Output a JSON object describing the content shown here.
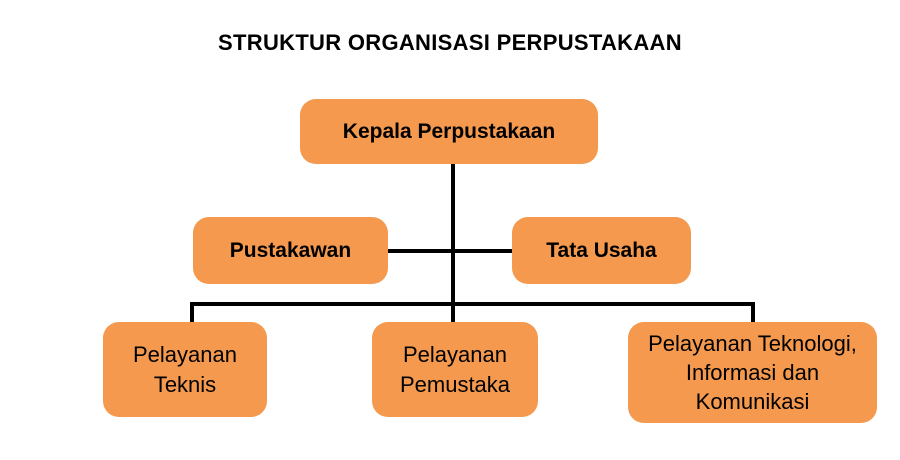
{
  "title": "STRUKTUR ORGANISASI PERPUSTAKAAN",
  "colors": {
    "box_fill": "#F4994E",
    "line": "#000000",
    "text": "#000000",
    "background": "#FFFFFF"
  },
  "org": {
    "root": {
      "label": "Kepala Perpustakaan"
    },
    "middle": [
      {
        "label": "Pustakawan"
      },
      {
        "label": "Tata Usaha"
      }
    ],
    "bottom": [
      {
        "label": "Pelayanan Teknis"
      },
      {
        "label": "Pelayanan Pemustaka"
      },
      {
        "label": "Pelayanan Teknologi, Informasi dan Komunikasi"
      }
    ]
  }
}
